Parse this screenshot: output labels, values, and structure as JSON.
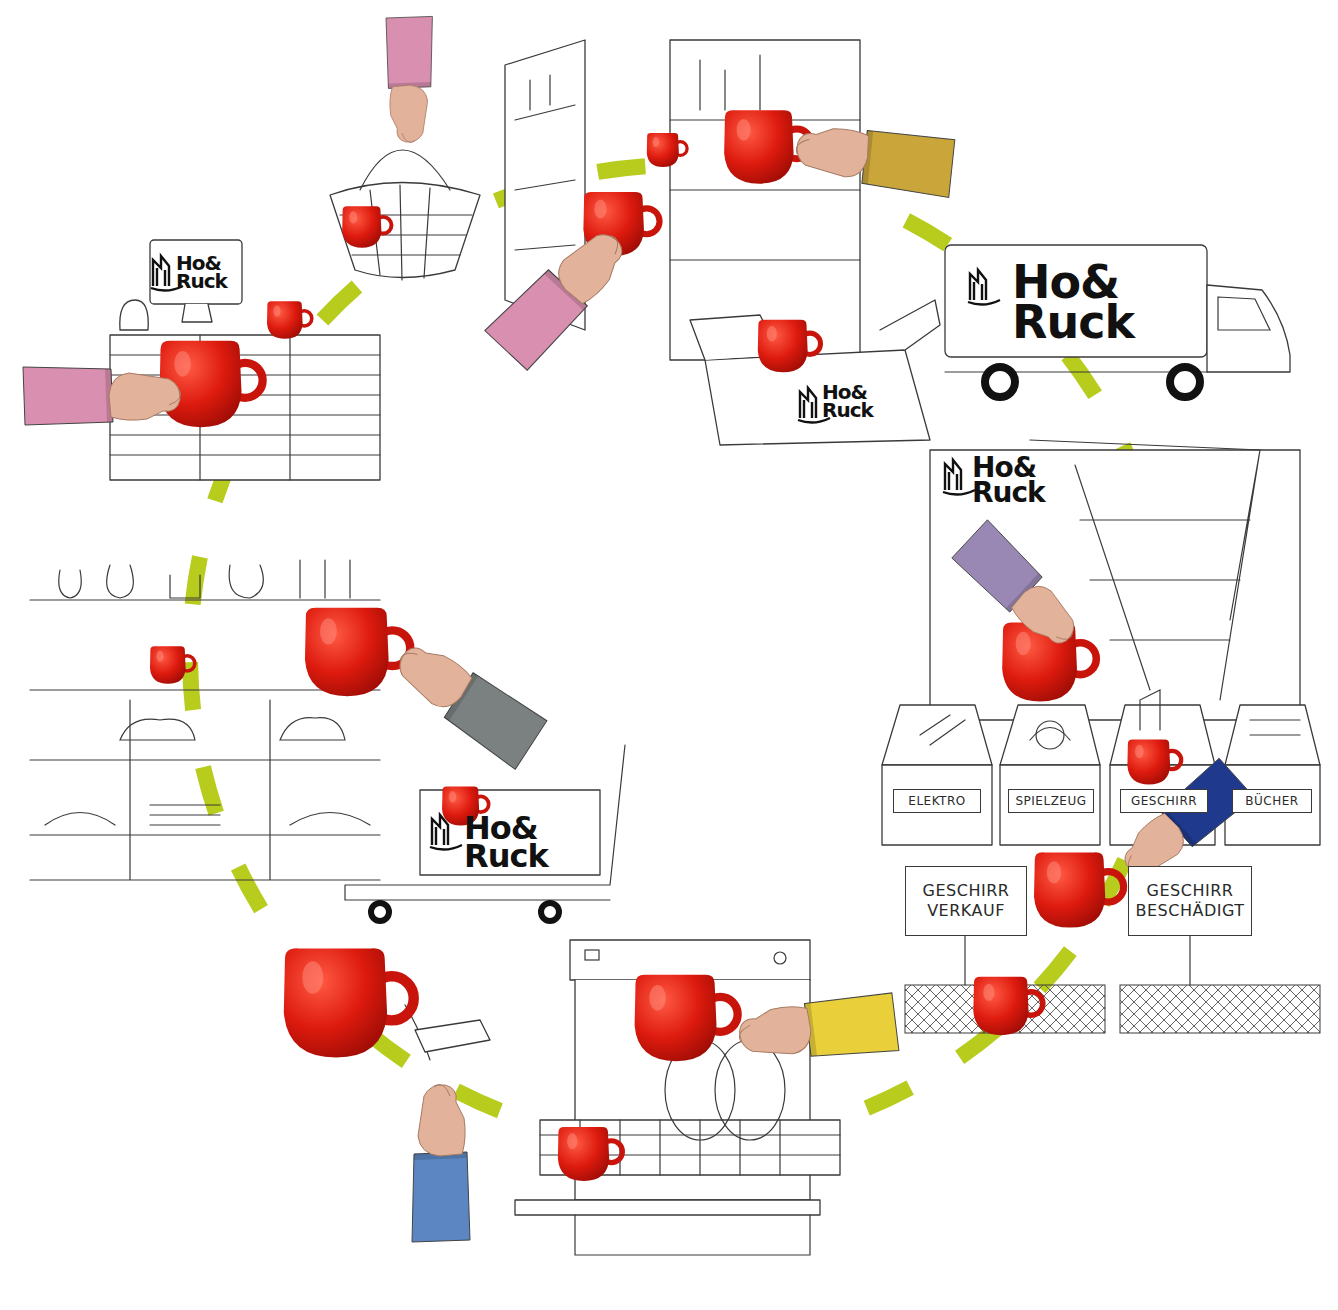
{
  "diagram": {
    "nodes": [
      {
        "text": [
          "ELEKTRO"
        ]
      },
      {
        "text": [
          "SPIELZEUG"
        ]
      },
      {
        "text": [
          "GESCHIRR"
        ]
      },
      {
        "text": [
          "BÜCHER"
        ]
      },
      {
        "text": [
          "GESCHIRR VERKAUF"
        ]
      },
      {
        "text": [
          "GESCHIRR BESCHÄDIGT"
        ]
      }
    ],
    "labels": [
      "Ho& Ruck",
      "Ho& Ruck",
      "Ho& Ruck",
      "Ho& Ruck",
      "Ho& Ruck"
    ]
  }
}
